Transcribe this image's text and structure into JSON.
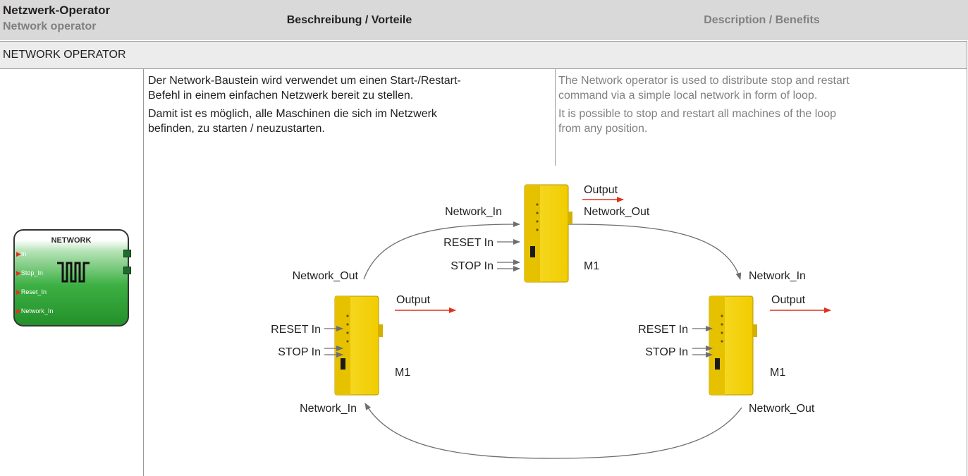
{
  "header": {
    "title_de": "Netzwerk-Operator",
    "title_en": "Network operator",
    "col_de": "Beschreibung / Vorteile",
    "col_en": "Description / Benefits"
  },
  "section": {
    "label": "NETWORK OPERATOR"
  },
  "description": {
    "de_p1_l1": "Der Network-Baustein wird verwendet um einen Start-/Restart-",
    "de_p1_l2": "Befehl in einem einfachen Netzwerk bereit zu stellen.",
    "de_p2_l1": "Damit ist es möglich, alle Maschinen die sich im Netzwerk",
    "de_p2_l2": "befinden, zu starten / neuzustarten.",
    "en_p1_l1": "The Network operator is used to distribute stop and restart",
    "en_p1_l2": "command via a simple local network in form of loop.",
    "en_p2_l1": "It is possible to stop and restart all machines of the loop",
    "en_p2_l2": "from any position."
  },
  "block": {
    "title": "NETWORK",
    "inputs": [
      "In",
      "Stop_In",
      "Reset_In",
      "Network_In"
    ],
    "icon": "network-pulse-icon"
  },
  "diagram": {
    "top": {
      "output": "Output",
      "network_in": "Network_In",
      "network_out": "Network_Out",
      "reset": "RESET In",
      "stop": "STOP In",
      "module": "M1"
    },
    "left": {
      "output": "Output",
      "network_out": "Network_Out",
      "network_in": "Network_In",
      "reset": "RESET In",
      "stop": "STOP In",
      "module": "M1"
    },
    "right": {
      "output": "Output",
      "network_in": "Network_In",
      "network_out": "Network_Out",
      "reset": "RESET In",
      "stop": "STOP In",
      "module": "M1"
    }
  },
  "colors": {
    "header_bg": "#d9d9d9",
    "section_bg": "#ececec",
    "device_yellow": "#f4d100",
    "output_arrow": "#e0321b",
    "block_green": "#3cb043"
  }
}
